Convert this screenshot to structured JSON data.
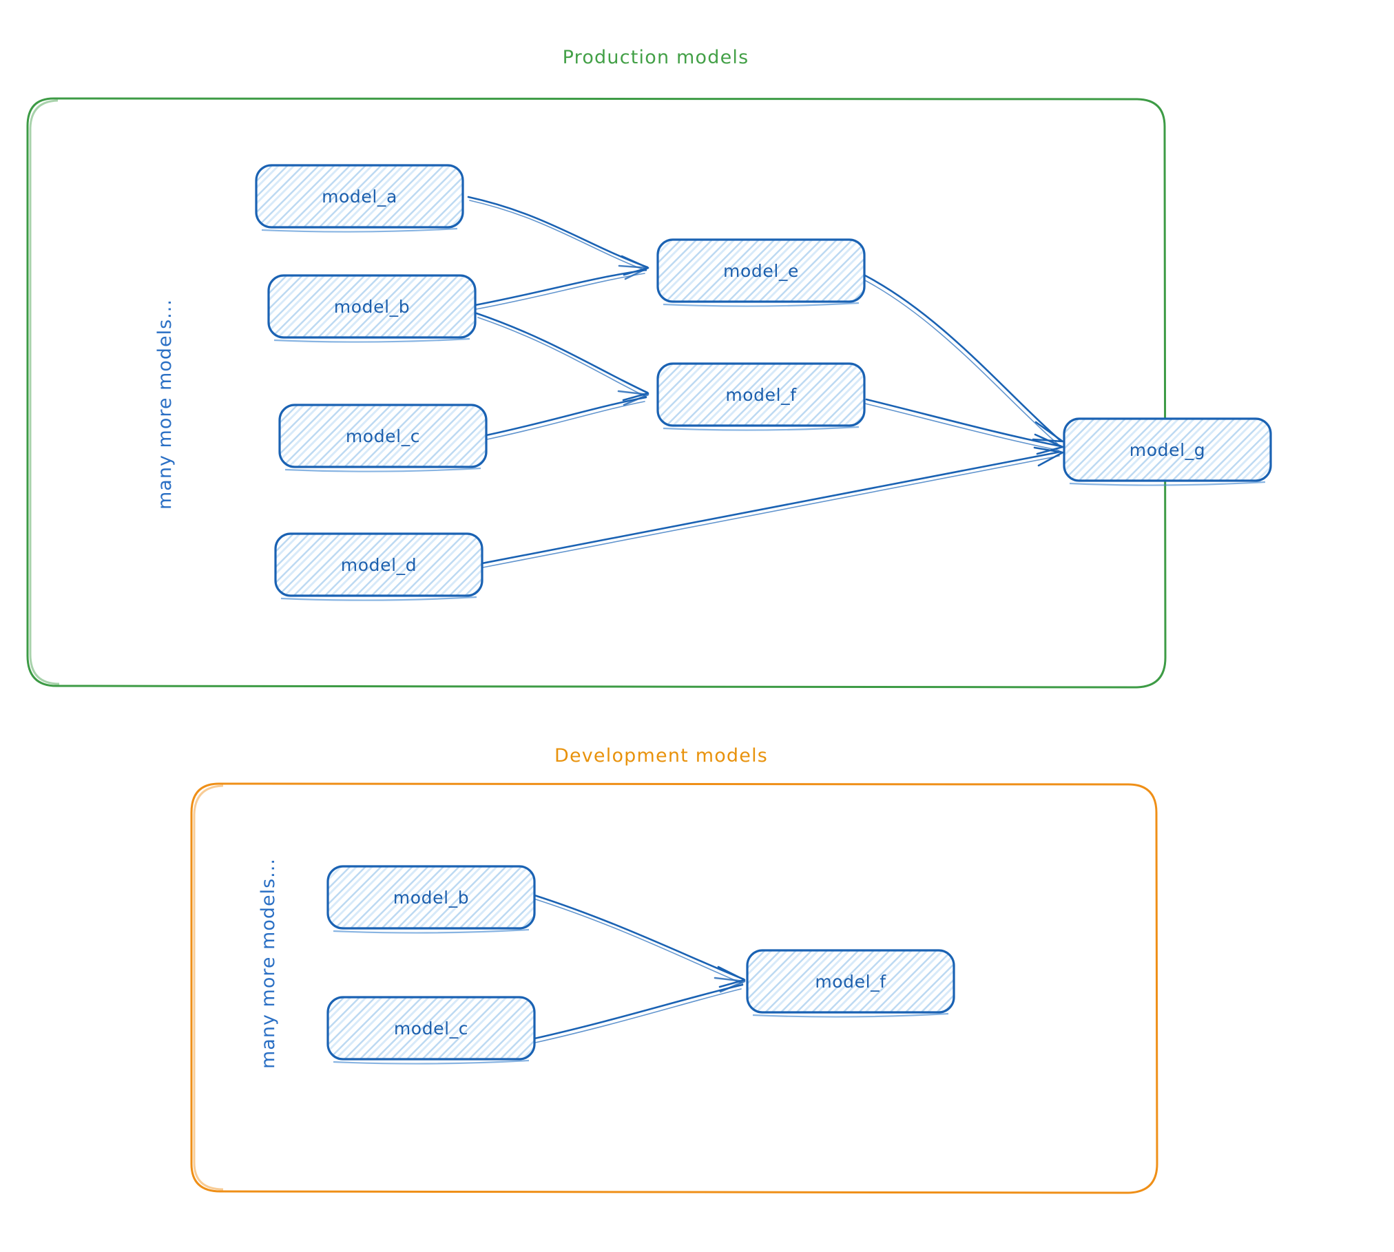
{
  "diagram": {
    "title_hidden": "",
    "groups": [
      {
        "id": "production",
        "label": "Production models",
        "color": "#43a047",
        "side_note": "many more models...",
        "nodes": [
          {
            "id": "prod_a",
            "label": "model_a"
          },
          {
            "id": "prod_b",
            "label": "model_b"
          },
          {
            "id": "prod_c",
            "label": "model_c"
          },
          {
            "id": "prod_d",
            "label": "model_d"
          },
          {
            "id": "prod_e",
            "label": "model_e"
          },
          {
            "id": "prod_f",
            "label": "model_f"
          },
          {
            "id": "prod_g",
            "label": "model_g"
          }
        ],
        "edges": [
          {
            "from": "model_a",
            "to": "model_e"
          },
          {
            "from": "model_b",
            "to": "model_e"
          },
          {
            "from": "model_b",
            "to": "model_f"
          },
          {
            "from": "model_c",
            "to": "model_f"
          },
          {
            "from": "model_e",
            "to": "model_g"
          },
          {
            "from": "model_f",
            "to": "model_g"
          },
          {
            "from": "model_d",
            "to": "model_g"
          }
        ]
      },
      {
        "id": "development",
        "label": "Development models",
        "color": "#e8920c",
        "side_note": "many more models...",
        "nodes": [
          {
            "id": "dev_b",
            "label": "model_b"
          },
          {
            "id": "dev_c",
            "label": "model_c"
          },
          {
            "id": "dev_f",
            "label": "model_f"
          }
        ],
        "edges": [
          {
            "from": "model_b",
            "to": "model_f"
          },
          {
            "from": "model_c",
            "to": "model_f"
          }
        ]
      }
    ],
    "node_style": {
      "fill_pattern": "cross-hatch",
      "fill_color": "#bcd9f2",
      "border_color": "#1a62b3",
      "text_color": "#1c5fad"
    }
  }
}
